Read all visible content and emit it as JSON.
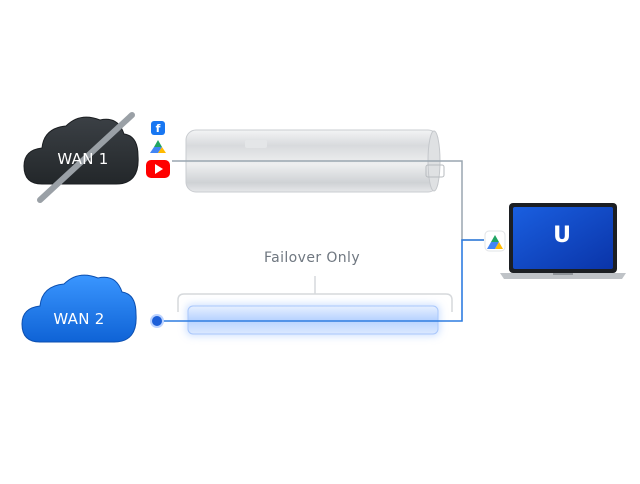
{
  "diagram": {
    "wan1": {
      "label": "WAN 1",
      "status": "disabled"
    },
    "wan2": {
      "label": "WAN 2",
      "status": "active"
    },
    "failover_label": "Failover Only",
    "laptop": {
      "logo_text": "U"
    },
    "apps_wan1": [
      "facebook-icon",
      "google-drive-icon",
      "youtube-icon"
    ],
    "app_router": "google-drive-icon",
    "colors": {
      "wan1_cloud": "#2e3236",
      "wan2_cloud": "#1d7cf2",
      "active_line": "#2f7de1",
      "inactive_line": "#9aa6b0",
      "laptop_screen": "#0d47c9",
      "youtube": "#ff0000",
      "facebook": "#1877f2"
    }
  }
}
